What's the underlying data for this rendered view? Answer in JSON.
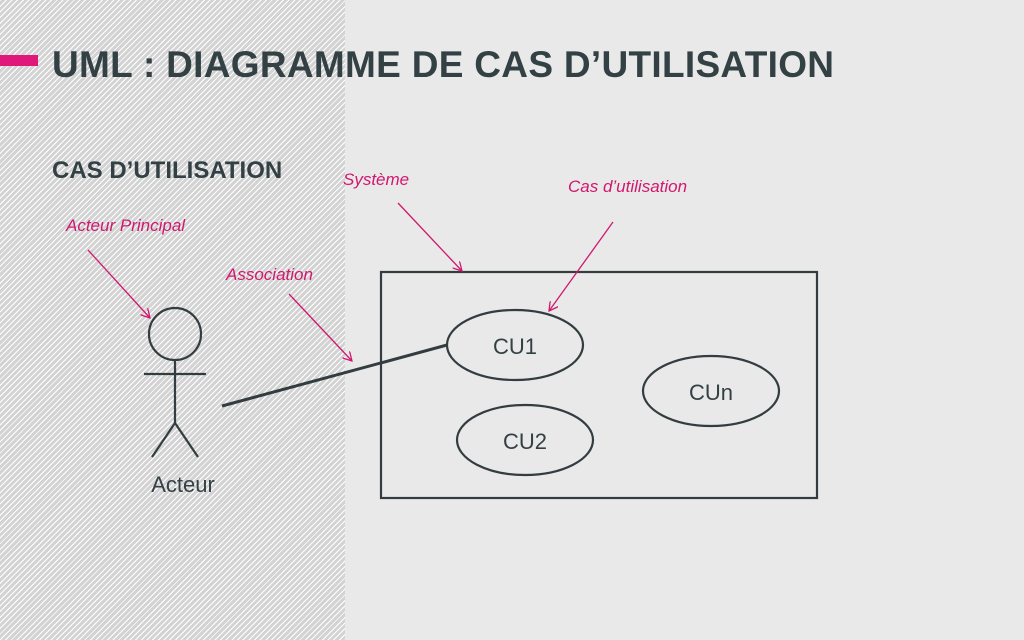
{
  "slide": {
    "title": "UML : DIAGRAMME DE CAS D’UTILISATION",
    "subtitle": "CAS D’UTILISATION"
  },
  "diagram": {
    "annotations": {
      "systeme": "Système",
      "cas_utilisation": "Cas d’utilisation",
      "acteur_principal": "Acteur Principal",
      "association": "Association"
    },
    "actor_label": "Acteur",
    "use_cases": [
      "CU1",
      "CU2",
      "CUn"
    ]
  },
  "colors": {
    "text_dark": "#334145",
    "accent_pink": "#e0187a",
    "annotation_pink": "#d0186f",
    "shape_stroke": "#333d40"
  }
}
